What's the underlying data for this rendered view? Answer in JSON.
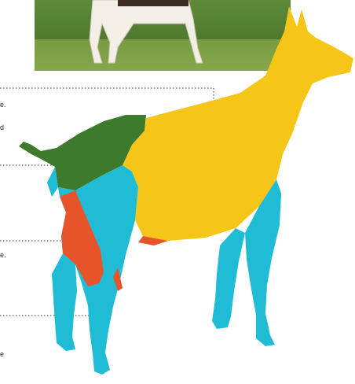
{
  "photo": {
    "alt": "goat-photo"
  },
  "callouts": [
    {
      "id": "callout-1",
      "fragment": "e."
    },
    {
      "id": "callout-2",
      "fragment": "d"
    },
    {
      "id": "callout-3",
      "fragment": "e."
    },
    {
      "id": "callout-4",
      "fragment": "e"
    }
  ],
  "regions": {
    "yellow": "#F5C518",
    "green": "#3E7A2C",
    "blue": "#20BCD6",
    "orange": "#E8542A"
  },
  "watermark": ""
}
